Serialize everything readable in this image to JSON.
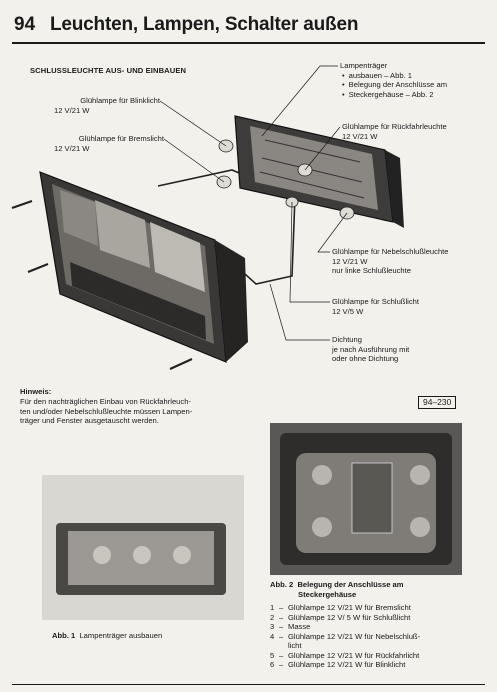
{
  "header": {
    "page_number": "94",
    "title": "Leuchten, Lampen, Schalter außen"
  },
  "section_title": "SCHLUSSLEUCHTE AUS- UND EINBAUEN",
  "labels": {
    "blinklicht": {
      "name": "Glühlampe für Blinklicht",
      "spec": "12 V/21 W"
    },
    "bremslicht": {
      "name": "Glühlampe für Bremslicht",
      "spec": "12 V/21 W"
    },
    "lampentraeger": {
      "name": "Lampenträger",
      "items": [
        "ausbauen – Abb. 1",
        "Belegung der Anschlüsse am",
        "Steckergehäuse – Abb. 2"
      ]
    },
    "rueckfahr": {
      "name": "Glühlampe für Rückfahrleuchte",
      "spec": "12 V/21 W"
    },
    "nebel": {
      "name": "Glühlampe für Nebelschlußleuchte",
      "spec": "12 V/21 W",
      "note": "nur linke Schlußleuchte"
    },
    "schluss": {
      "name": "Glühlampe für Schlußlicht",
      "spec": "12 V/5 W"
    },
    "dichtung": {
      "name": "Dichtung",
      "note1": "je nach Ausführung mit",
      "note2": "oder ohne Dichtung"
    }
  },
  "hinweis": {
    "title": "Hinweis:",
    "lines": [
      "Für den nachträglichen Einbau von Rückfahrleuch-",
      "ten und/oder Nebelschlußleuchte müssen Lampen-",
      "träger und Fenster ausgetauscht werden."
    ]
  },
  "figure_ref": "94–230",
  "abb1": {
    "label": "Abb. 1",
    "text": "Lampenträger ausbauen"
  },
  "abb2": {
    "label": "Abb. 2",
    "text1": "Belegung der Anschlüsse am",
    "text2": "Steckergehäuse",
    "legend": [
      {
        "n": "1",
        "t": "Glühlampe 12 V/21 W für Bremslicht"
      },
      {
        "n": "2",
        "t": "Glühlampe 12 V/ 5 W für Schlußlicht"
      },
      {
        "n": "3",
        "t": "Masse"
      },
      {
        "n": "4",
        "t": "Glühlampe 12 V/21 W für Nebelschluß-"
      },
      {
        "n": "",
        "t": "licht"
      },
      {
        "n": "5",
        "t": "Glühlampe 12 V/21 W für Rückfahrlicht"
      },
      {
        "n": "6",
        "t": "Glühlampe 12 V/21 W für Blinklicht"
      }
    ]
  }
}
